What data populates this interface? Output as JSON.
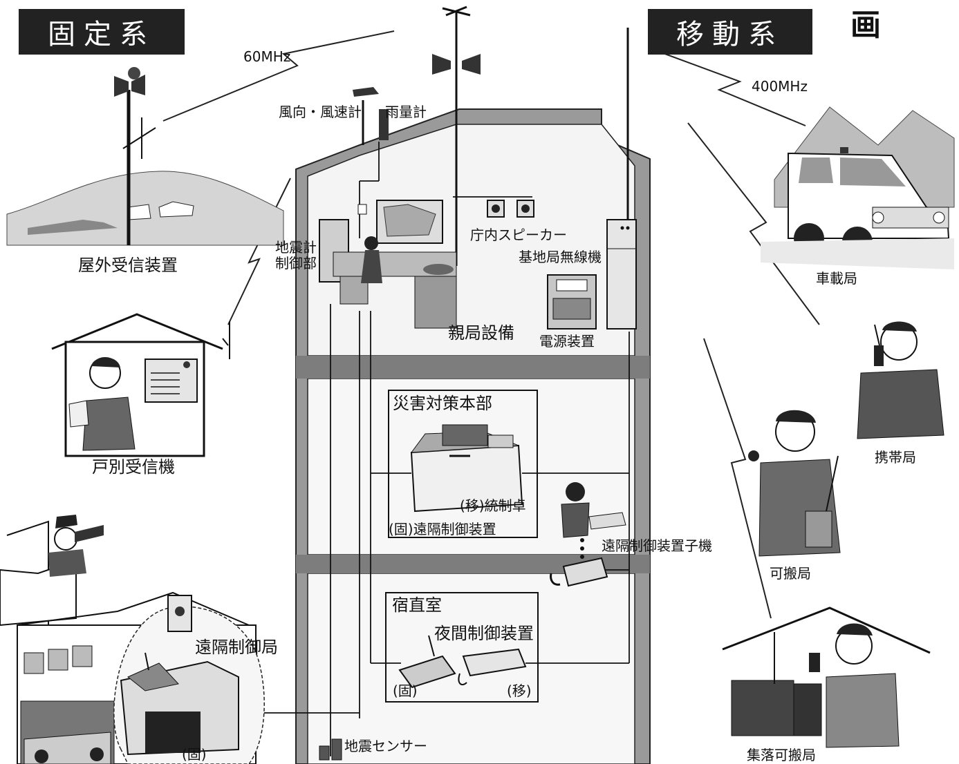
{
  "headers": {
    "fixed_system": "固定系",
    "mobile_system": "移動系",
    "corner_glyph": "画"
  },
  "frequencies": {
    "fixed": "60MHz",
    "mobile": "400MHz"
  },
  "fixed_side": {
    "outdoor_receiver": "屋外受信装置",
    "household_receiver": "戸別受信機",
    "remote_control_station": "遠隔制御局",
    "remote_station_fixed": "(固)"
  },
  "main_building": {
    "wind_gauge": "風向・風速計",
    "rain_gauge": "雨量計",
    "office_speaker": "庁内スピーカー",
    "base_station_radio": "基地局無線機",
    "seismometer_control_line1": "地震計",
    "seismometer_control_line2": "制御部",
    "parent_station_equipment": "親局設備",
    "power_supply": "電源装置",
    "disaster_hq": "災害対策本部",
    "control_console_mobile": "(移)統制卓",
    "remote_control_fixed": "(固)遠隔制御装置",
    "remote_control_handset": "遠隔制御装置子機",
    "night_duty_room": "宿直室",
    "night_control_device": "夜間制御装置",
    "night_fixed": "(固)",
    "night_mobile": "(移)",
    "seismic_sensor": "地震センサー"
  },
  "mobile_side": {
    "vehicle_station": "車載局",
    "handheld_station": "携帯局",
    "portable_station": "可搬局",
    "village_portable_station": "集落可搬局"
  }
}
